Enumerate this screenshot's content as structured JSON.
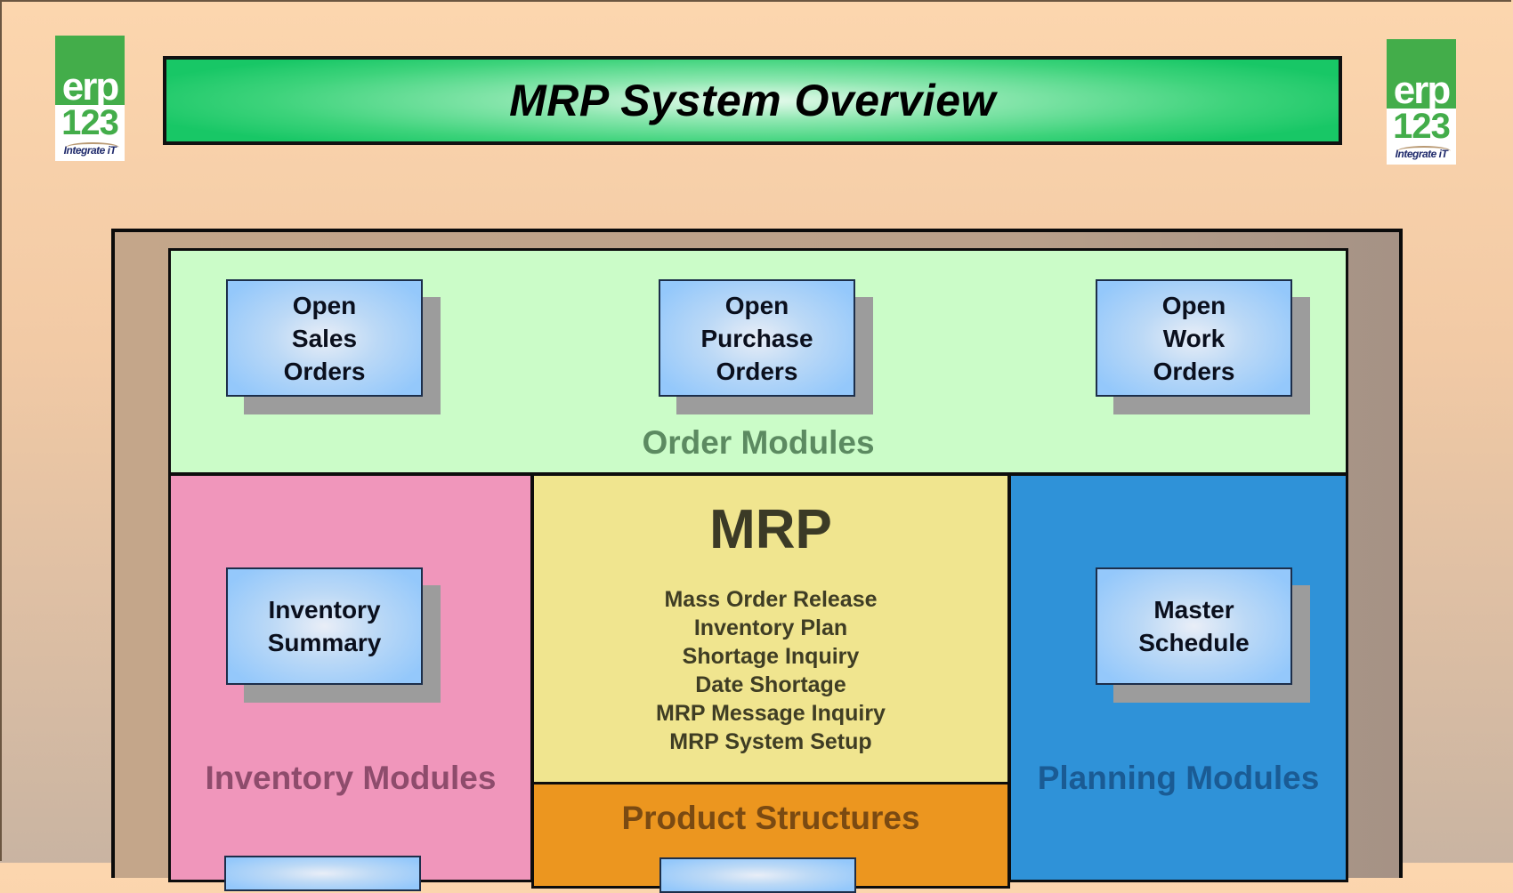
{
  "title": "MRP System Overview",
  "logo": {
    "brand_top": "erp",
    "brand_bottom": "123",
    "tagline": "Integrate iT"
  },
  "colors": {
    "background": "#fcd6ae",
    "frame": "#c4a68a",
    "title_bar": "#18c766",
    "order_modules": "#cbfcc8",
    "inventory_modules": "#f096bb",
    "mrp": "#f0e58f",
    "product_structures": "#ec961f",
    "planning_modules": "#2f92d8",
    "module_box": "#94c8fb",
    "logo_green": "#43ad4a"
  },
  "order_modules": {
    "label": "Order Modules",
    "boxes": [
      {
        "lines": [
          "Open",
          "Sales",
          "Orders"
        ]
      },
      {
        "lines": [
          "Open",
          "Purchase",
          "Orders"
        ]
      },
      {
        "lines": [
          "Open",
          "Work",
          "Orders"
        ]
      }
    ]
  },
  "inventory_modules": {
    "label": "Inventory Modules",
    "boxes": [
      {
        "lines": [
          "Inventory",
          "Summary"
        ]
      }
    ]
  },
  "mrp": {
    "title": "MRP",
    "items": [
      "Mass Order Release",
      "Inventory Plan",
      "Shortage Inquiry",
      "Date Shortage",
      "MRP Message Inquiry",
      "MRP System Setup"
    ]
  },
  "product_structures": {
    "label": "Product Structures"
  },
  "planning_modules": {
    "label": "Planning Modules",
    "boxes": [
      {
        "lines": [
          "Master",
          "Schedule"
        ]
      }
    ]
  }
}
